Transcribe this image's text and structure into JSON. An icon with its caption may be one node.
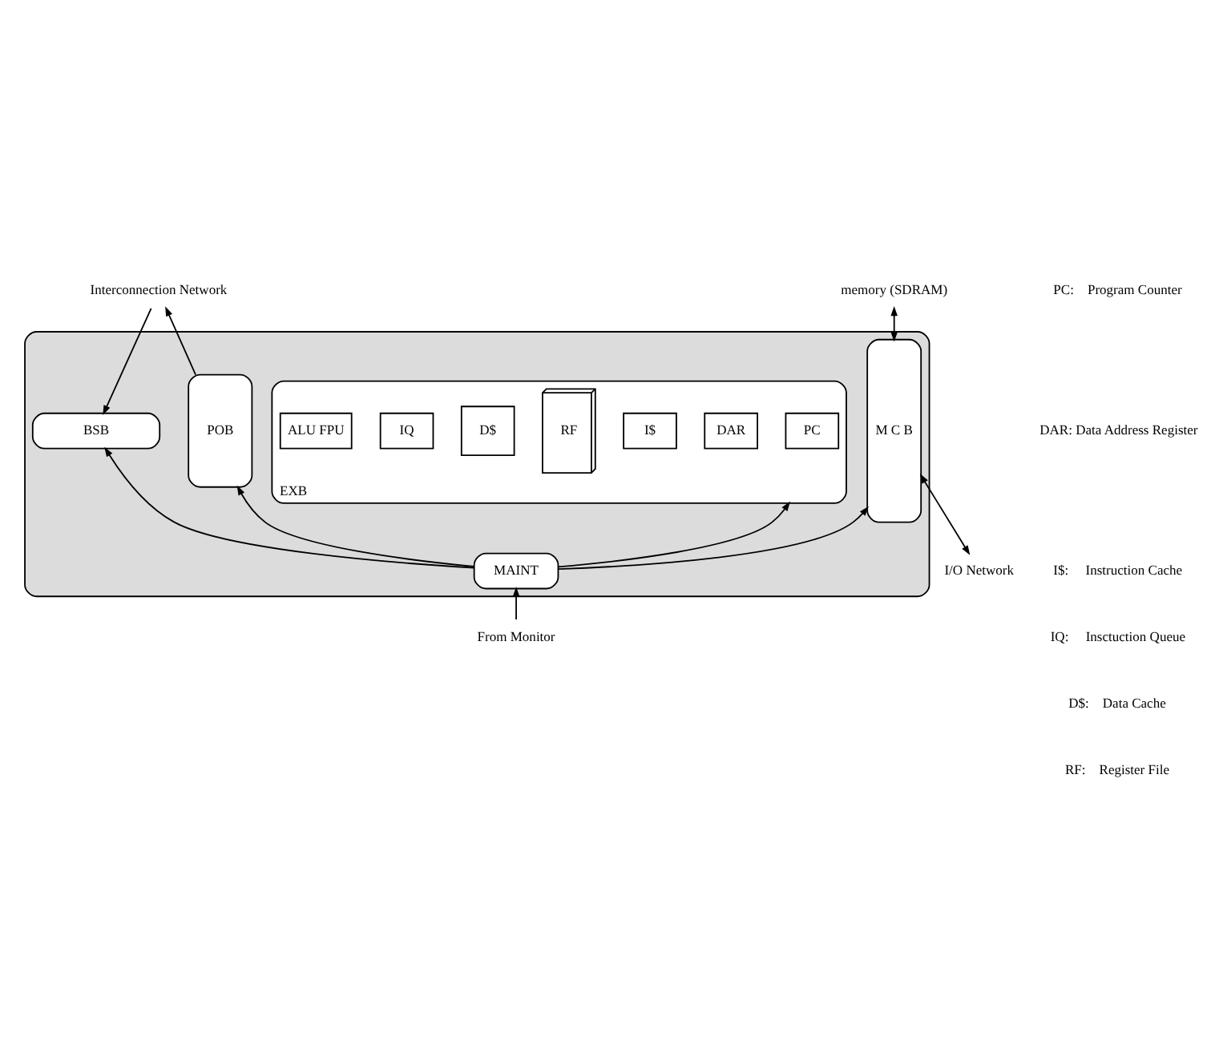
{
  "diagram": {
    "nodes": [
      {
        "text": [
          "Interconnection Network"
        ]
      },
      {
        "text": [],
        "shape": "box"
      },
      {
        "text": [
          "BSB"
        ],
        "in": 1
      },
      {
        "text": [
          "M C B"
        ],
        "in": 1
      },
      {
        "text": [
          "EXB"
        ],
        "in": 1
      },
      {
        "text": [
          "PC"
        ],
        "in": 4
      },
      {
        "text": [
          "DAR"
        ],
        "in": 4
      },
      {
        "text": [
          "I$"
        ],
        "in": 4
      },
      {
        "text": [
          "RF"
        ],
        "in": 4
      },
      {
        "text": [
          "D$"
        ],
        "in": 4
      },
      {
        "text": [
          "IQ"
        ],
        "in": 4
      },
      {
        "text": [
          "ALU FPU"
        ],
        "in": 4
      },
      {
        "text": [
          "POB"
        ],
        "in": 1
      },
      {
        "text": [
          "memory (SDRAM)"
        ]
      },
      {
        "text": [
          "MAINT"
        ],
        "in": 1
      },
      {
        "text": [
          "From Monitor"
        ]
      },
      {
        "text": [
          "I/O Network"
        ]
      }
    ],
    "edges": [
      {
        "from": 0,
        "to": 2,
        "arrow": "to"
      },
      {
        "from": 12,
        "to": 0,
        "arrow": "to"
      },
      {
        "from": 14,
        "to": 2,
        "arrow": "to"
      },
      {
        "from": 14,
        "to": 12,
        "arrow": "to"
      },
      {
        "from": 14,
        "to": 3,
        "arrow": "to"
      },
      {
        "from": 14,
        "to": 4,
        "arrow": "to"
      },
      {
        "from": 15,
        "to": 14,
        "arrow": "to"
      },
      {
        "from": 13,
        "to": 3,
        "arrow": "both"
      },
      {
        "from": 3,
        "to": 16,
        "arrow": "both"
      }
    ],
    "labels": [
      "PC:    Program Counter",
      "DAR: Data Address Register",
      "I$:     Instruction Cache",
      "IQ:     Insctuction Queue",
      "D$:    Data Cache",
      "RF:    Register File"
    ]
  }
}
